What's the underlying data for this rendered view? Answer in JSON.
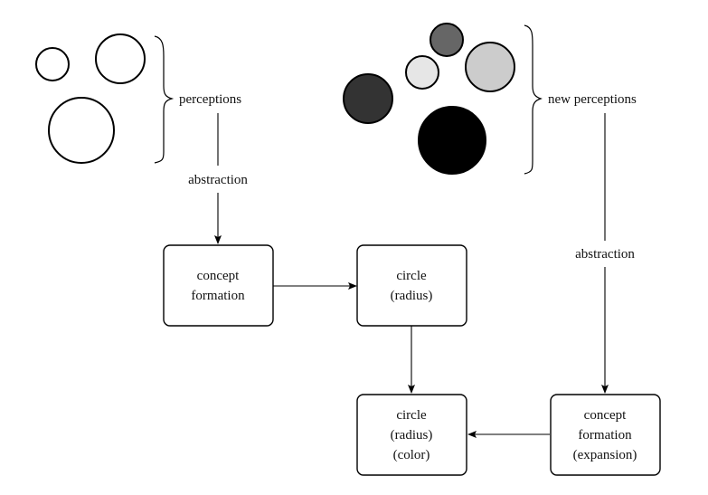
{
  "diagram": {
    "old_perceptions": {
      "label": "perceptions",
      "circles": [
        {
          "id": "small",
          "fill": "#ffffff"
        },
        {
          "id": "medium",
          "fill": "#ffffff"
        },
        {
          "id": "large",
          "fill": "#ffffff"
        }
      ]
    },
    "new_perceptions": {
      "label": "new perceptions",
      "circles": [
        {
          "id": "dark-gray",
          "fill": "#333333"
        },
        {
          "id": "light-gray-small",
          "fill": "#e6e6e6"
        },
        {
          "id": "mid-gray",
          "fill": "#666666"
        },
        {
          "id": "light-gray-large",
          "fill": "#cccccc"
        },
        {
          "id": "black",
          "fill": "#000000"
        }
      ]
    },
    "edge_labels": {
      "abstraction_left": "abstraction",
      "abstraction_right": "abstraction"
    },
    "nodes": {
      "concept_formation": {
        "lines": [
          "concept",
          "formation"
        ]
      },
      "circle_radius": {
        "lines": [
          "circle",
          "(radius)"
        ]
      },
      "circle_radius_color": {
        "lines": [
          "circle",
          "(radius)",
          "(color)"
        ]
      },
      "concept_formation_expansion": {
        "lines": [
          "concept",
          "formation",
          "(expansion)"
        ]
      }
    },
    "edges": [
      {
        "from": "perceptions",
        "to": "concept_formation",
        "label": "abstraction"
      },
      {
        "from": "concept_formation",
        "to": "circle_radius"
      },
      {
        "from": "circle_radius",
        "to": "circle_radius_color"
      },
      {
        "from": "new_perceptions",
        "to": "concept_formation_expansion",
        "label": "abstraction"
      },
      {
        "from": "concept_formation_expansion",
        "to": "circle_radius_color"
      }
    ]
  }
}
